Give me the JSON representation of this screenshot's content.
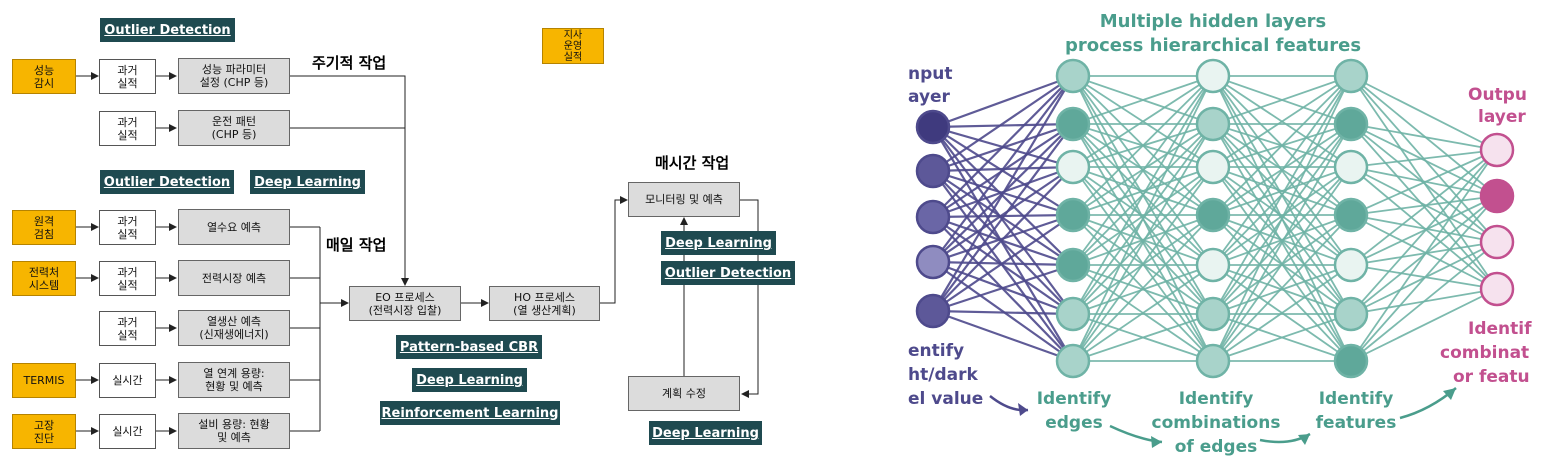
{
  "left": {
    "tags": {
      "outlier_top": "Outlier Detection",
      "outlier_mid": "Outlier Detection",
      "dl_mid": "Deep Learning",
      "pattern": "Pattern-based CBR",
      "dl_center": "Deep Learning",
      "rl": "Reinforcement Learning",
      "dl_right1": "Deep Learning",
      "outlier_right": "Outlier Detection",
      "dl_right2": "Deep Learning"
    },
    "headings": {
      "periodic": "주기적 작업",
      "daily": "매일 작업",
      "hourly": "매시간 작업"
    },
    "branch": "지사\n운영\n실적",
    "sources": [
      "성능\n감시",
      "원격\n검침",
      "전력처\n시스템",
      "TERMIS",
      "고장\n진단"
    ],
    "history": [
      "과거\n실적",
      "과거\n실적",
      "과거\n실적",
      "과거\n실적",
      "과거\n실적",
      "실시간",
      "실시간"
    ],
    "processes": [
      "성능 파라미터\n설정 (CHP 등)",
      "운전 패턴\n(CHP 등)",
      "열수요 예측",
      "전력시장 예측",
      "열생산 예측\n(신재생에너지)",
      "열 연계 용량:\n현황 및 예측",
      "설비 용량: 현황\n및 예측"
    ],
    "eo": "EO 프로세스\n(전력시장 입찰)",
    "ho": "HO 프로세스\n(열 생산계획)",
    "monitor": "모니터링 및 예측",
    "plan": "계획 수정"
  },
  "right": {
    "title_line1": "Multiple hidden layers",
    "title_line2": "process hierarchical features",
    "input_label": [
      "nput",
      "ayer"
    ],
    "output_label": [
      "Outpu",
      "layer"
    ],
    "input_desc": [
      "entify",
      "ht/dark",
      "el value"
    ],
    "edges_desc": [
      "Identify",
      "edges"
    ],
    "comb_desc": [
      "Identify",
      "combinations",
      "of edges"
    ],
    "feat_desc": [
      "Identify",
      "features"
    ],
    "out_desc": [
      "Identif",
      "combinat",
      "or featu"
    ],
    "colors": {
      "input_edges": "#4e4a8c",
      "hidden_edges": "#6fb3a6",
      "hidden_node_fill": "#5fa89a",
      "label_teal": "#4a9d8c",
      "output_pink": "#c2508f"
    }
  }
}
